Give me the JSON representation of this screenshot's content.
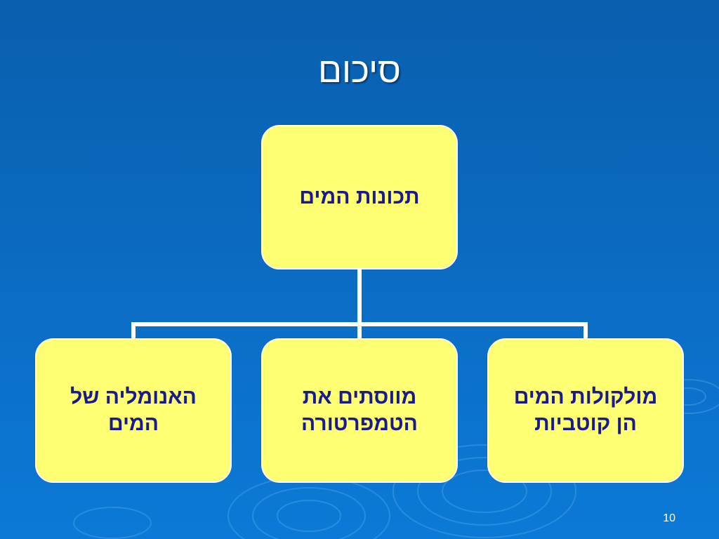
{
  "slide": {
    "title": "סיכום",
    "page_number": "10"
  },
  "diagram": {
    "root": {
      "label": "תכונות המים"
    },
    "children": [
      {
        "label": "מולקולות המים\nהן קוטביות"
      },
      {
        "label": "מווסתים את\nהטמפרטורה"
      },
      {
        "label": "האנומליה של\nהמים"
      }
    ]
  },
  "colors": {
    "background": "#0b6ac0",
    "node_fill": "#ffff73",
    "node_text": "#1a1a8c",
    "connector": "#ffffff"
  }
}
